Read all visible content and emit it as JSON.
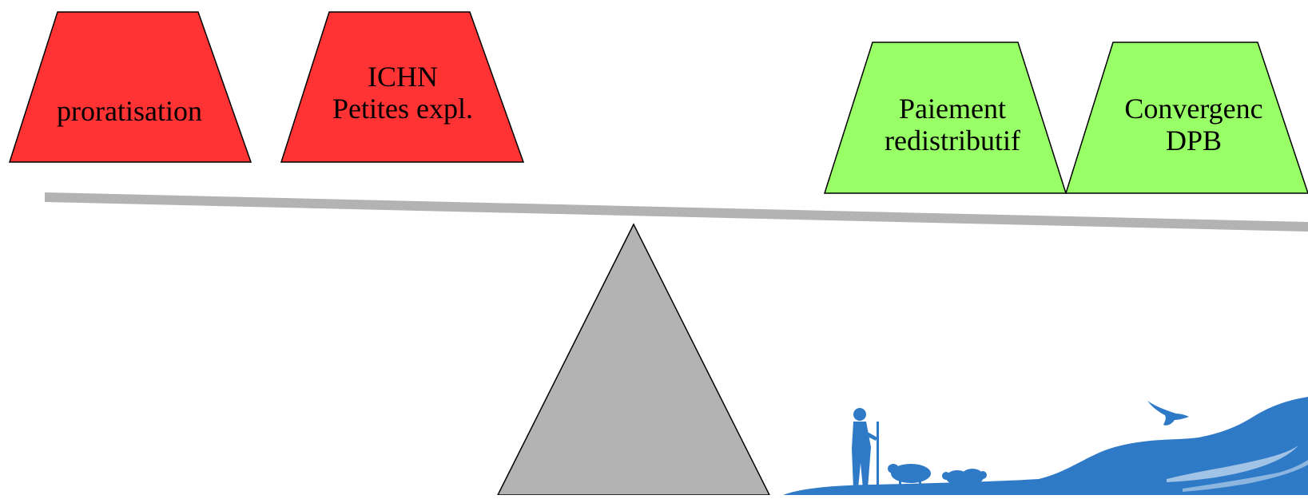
{
  "left_weights": [
    {
      "lines": [
        "proratisation"
      ]
    },
    {
      "lines": [
        "ICHN",
        "Petites expl."
      ]
    }
  ],
  "right_weights": [
    {
      "lines": [
        "Paiement",
        "redistributif"
      ]
    },
    {
      "lines": [
        "Convergenc",
        "DPB"
      ]
    }
  ],
  "colors": {
    "left_fill": "#ff3333",
    "right_fill": "#99ff66",
    "beam": "#b3b3b3",
    "fulcrum": "#b3b3b3",
    "landscape": "#2f7ac7"
  },
  "decoration": [
    "shepherd-icon",
    "sheep-icon",
    "eagle-icon",
    "hills-icon"
  ]
}
